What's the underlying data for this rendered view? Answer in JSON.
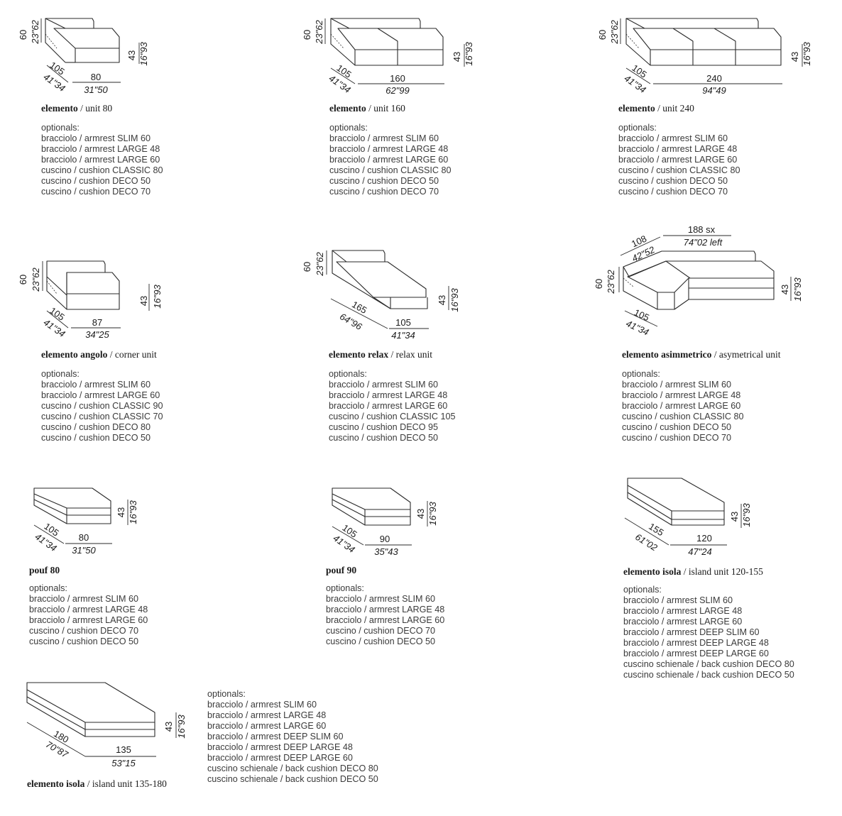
{
  "units": [
    {
      "id": "unit80",
      "name_it": "elemento",
      "name_en": "unit 80",
      "dims": {
        "height": "60",
        "height_in": "23\"62",
        "seat": "43",
        "seat_in": "16\"93",
        "depth": "105",
        "depth_in": "41\"34",
        "width": "80",
        "width_in": "31\"50"
      },
      "optionals_label": "optionals:",
      "optionals": [
        "bracciolo / armrest SLIM 60",
        "bracciolo / armrest LARGE 48",
        "bracciolo / armrest LARGE 60",
        "cuscino / cushion CLASSIC 80",
        "cuscino / cushion DECO 50",
        "cuscino / cushion DECO 70"
      ]
    },
    {
      "id": "unit160",
      "name_it": "elemento",
      "name_en": "unit 160",
      "dims": {
        "height": "60",
        "height_in": "23\"62",
        "seat": "43",
        "seat_in": "16\"93",
        "depth": "105",
        "depth_in": "41\"34",
        "width": "160",
        "width_in": "62\"99"
      },
      "optionals_label": "optionals:",
      "optionals": [
        "bracciolo / armrest SLIM 60",
        "bracciolo / armrest LARGE 48",
        "bracciolo / armrest LARGE 60",
        "cuscino / cushion CLASSIC 80",
        "cuscino / cushion DECO 50",
        "cuscino / cushion DECO 70"
      ]
    },
    {
      "id": "unit240",
      "name_it": "elemento",
      "name_en": "unit 240",
      "dims": {
        "height": "60",
        "height_in": "23\"62",
        "seat": "43",
        "seat_in": "16\"93",
        "depth": "105",
        "depth_in": "41\"34",
        "width": "240",
        "width_in": "94\"49"
      },
      "optionals_label": "optionals:",
      "optionals": [
        "bracciolo / armrest SLIM 60",
        "bracciolo / armrest LARGE 48",
        "bracciolo / armrest LARGE 60",
        "cuscino / cushion CLASSIC 80",
        "cuscino / cushion DECO 50",
        "cuscino / cushion DECO 70"
      ]
    },
    {
      "id": "corner",
      "name_it": "elemento angolo",
      "name_en": "corner unit",
      "dims": {
        "height": "60",
        "height_in": "23\"62",
        "seat": "43",
        "seat_in": "16\"93",
        "depth": "105",
        "depth_in": "41\"34",
        "width": "87",
        "width_in": "34\"25"
      },
      "optionals_label": "optionals:",
      "optionals": [
        "bracciolo / armrest SLIM 60",
        "bracciolo / armrest LARGE 60",
        "cuscino / cushion CLASSIC 90",
        "cuscino / cushion CLASSIC 70",
        "cuscino / cushion DECO 80",
        "cuscino / cushion DECO 50"
      ]
    },
    {
      "id": "relax",
      "name_it": "elemento relax",
      "name_en": "relax unit",
      "dims": {
        "height": "60",
        "height_in": "23\"62",
        "seat": "43",
        "seat_in": "16\"93",
        "depth": "165",
        "depth_in": "64\"96",
        "width": "105",
        "width_in": "41\"34"
      },
      "optionals_label": "optionals:",
      "optionals": [
        "bracciolo / armrest SLIM 60",
        "bracciolo / armrest LARGE 48",
        "bracciolo / armrest LARGE 60",
        "cuscino / cushion CLASSIC 105",
        "cuscino / cushion DECO 95",
        "cuscino / cushion DECO 50"
      ]
    },
    {
      "id": "asym",
      "name_it": "elemento asimmetrico",
      "name_en": "asymetrical unit",
      "dims": {
        "height": "60",
        "height_in": "23\"62",
        "seat": "43",
        "seat_in": "16\"93",
        "depth": "105",
        "depth_in": "41\"34",
        "top_depth": "108",
        "top_depth_in": "42\"52",
        "top_width": "188 sx",
        "top_width_in": "74\"02 left"
      },
      "optionals_label": "optionals:",
      "optionals": [
        "bracciolo / armrest SLIM 60",
        "bracciolo / armrest LARGE 48",
        "bracciolo / armrest LARGE 60",
        "cuscino / cushion CLASSIC 80",
        "cuscino / cushion DECO 50",
        "cuscino / cushion DECO 70"
      ]
    },
    {
      "id": "pouf80",
      "name_it": "pouf 80",
      "name_en": "",
      "dims": {
        "seat": "43",
        "seat_in": "16\"93",
        "depth": "105",
        "depth_in": "41\"34",
        "width": "80",
        "width_in": "31\"50"
      },
      "optionals_label": "optionals:",
      "optionals": [
        "bracciolo / armrest SLIM 60",
        "bracciolo / armrest LARGE 48",
        "bracciolo / armrest LARGE 60",
        "cuscino / cushion DECO 70",
        "cuscino / cushion DECO 50"
      ]
    },
    {
      "id": "pouf90",
      "name_it": "pouf 90",
      "name_en": "",
      "dims": {
        "seat": "43",
        "seat_in": "16\"93",
        "depth": "105",
        "depth_in": "41\"34",
        "width": "90",
        "width_in": "35\"43"
      },
      "optionals_label": "optionals:",
      "optionals": [
        "bracciolo / armrest SLIM 60",
        "bracciolo / armrest LARGE 48",
        "bracciolo / armrest LARGE 60",
        "cuscino / cushion DECO 70",
        "cuscino / cushion DECO 50"
      ]
    },
    {
      "id": "island155",
      "name_it": "elemento isola",
      "name_en": "island unit 120-155",
      "dims": {
        "seat": "43",
        "seat_in": "16\"93",
        "depth": "155",
        "depth_in": "61\"02",
        "width": "120",
        "width_in": "47\"24"
      },
      "optionals_label": "optionals:",
      "optionals": [
        "bracciolo / armrest SLIM 60",
        "bracciolo / armrest LARGE 48",
        "bracciolo / armrest LARGE 60",
        "bracciolo / armrest DEEP SLIM 60",
        "bracciolo / armrest DEEP LARGE 48",
        "bracciolo / armrest DEEP LARGE 60",
        "cuscino schienale / back cushion DECO 80",
        "cuscino schienale / back cushion DECO 50"
      ]
    },
    {
      "id": "island180",
      "name_it": "elemento isola",
      "name_en": "island unit 135-180",
      "dims": {
        "seat": "43",
        "seat_in": "16\"93",
        "depth": "180",
        "depth_in": "70\"87",
        "width": "135",
        "width_in": "53\"15"
      },
      "optionals_label": "optionals:",
      "optionals": [
        "bracciolo / armrest SLIM 60",
        "bracciolo / armrest LARGE 48",
        "bracciolo / armrest LARGE 60",
        "bracciolo / armrest DEEP SLIM 60",
        "bracciolo / armrest DEEP LARGE 48",
        "bracciolo / armrest DEEP LARGE 60",
        "cuscino schienale / back cushion DECO 80",
        "cuscino schienale / back cushion DECO 50"
      ]
    }
  ]
}
